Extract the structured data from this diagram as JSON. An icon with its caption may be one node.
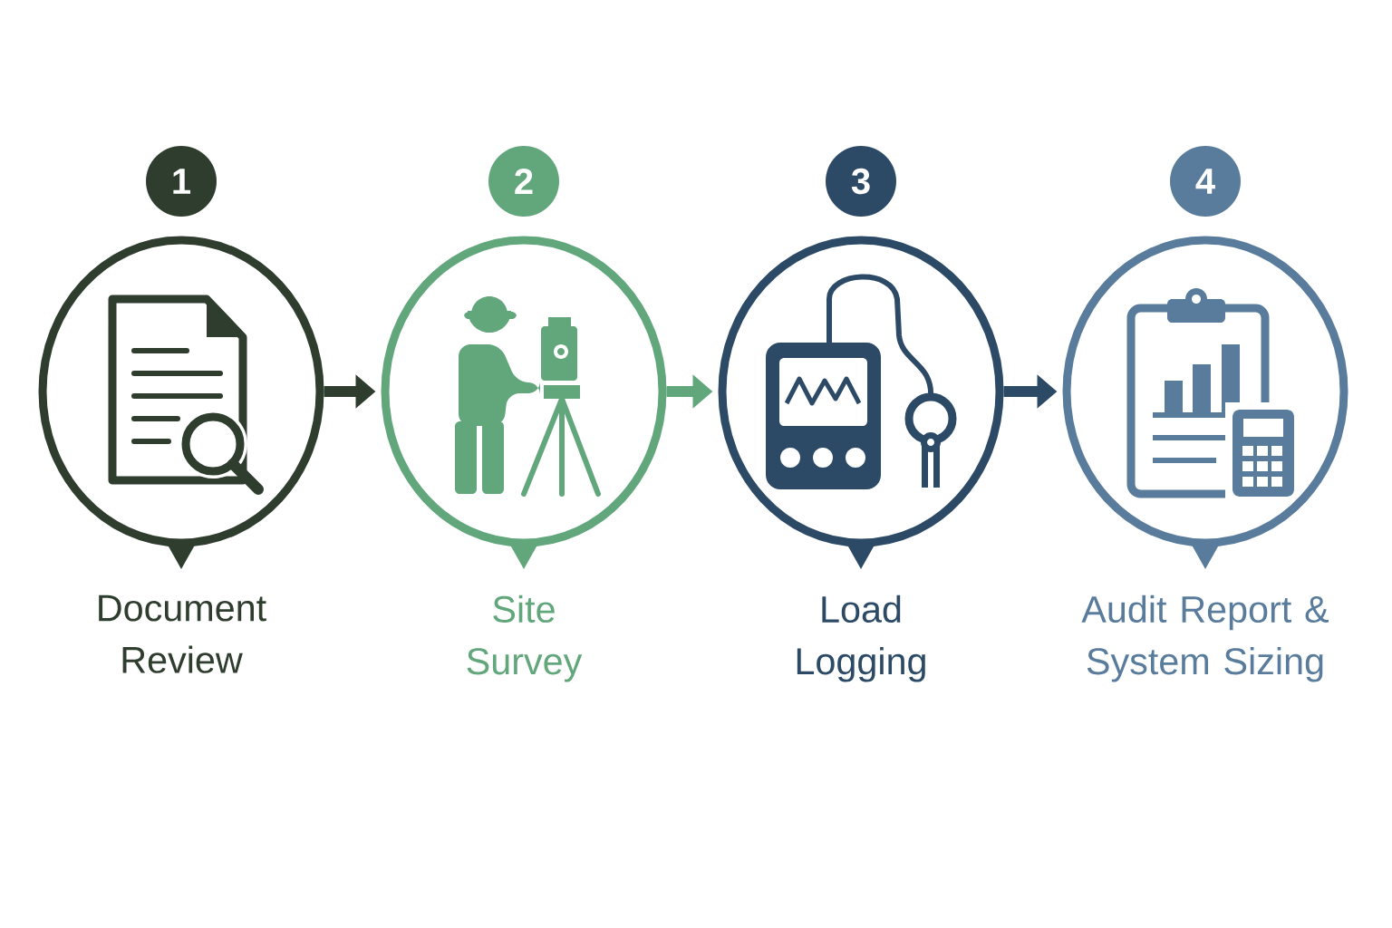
{
  "diagram": {
    "nodes": [
      {
        "text": [
          "1"
        ]
      },
      {
        "text": [
          "2"
        ]
      },
      {
        "text": [
          "3"
        ]
      },
      {
        "text": [
          "4"
        ]
      },
      {
        "text": [
          "Document Review"
        ]
      },
      {
        "text": [
          "Site Survey"
        ]
      },
      {
        "text": [
          "Load Logging"
        ]
      },
      {
        "text": [
          "Audit Report & System Sizing"
        ]
      }
    ],
    "edges": [
      {
        "from": 4,
        "to": 5,
        "arrow": "to",
        "color": "#2e3d2e"
      },
      {
        "from": 5,
        "to": 6,
        "arrow": "to",
        "color": "#62a77c"
      },
      {
        "from": 6,
        "to": 7,
        "arrow": "to",
        "color": "#2c4a66"
      }
    ]
  }
}
